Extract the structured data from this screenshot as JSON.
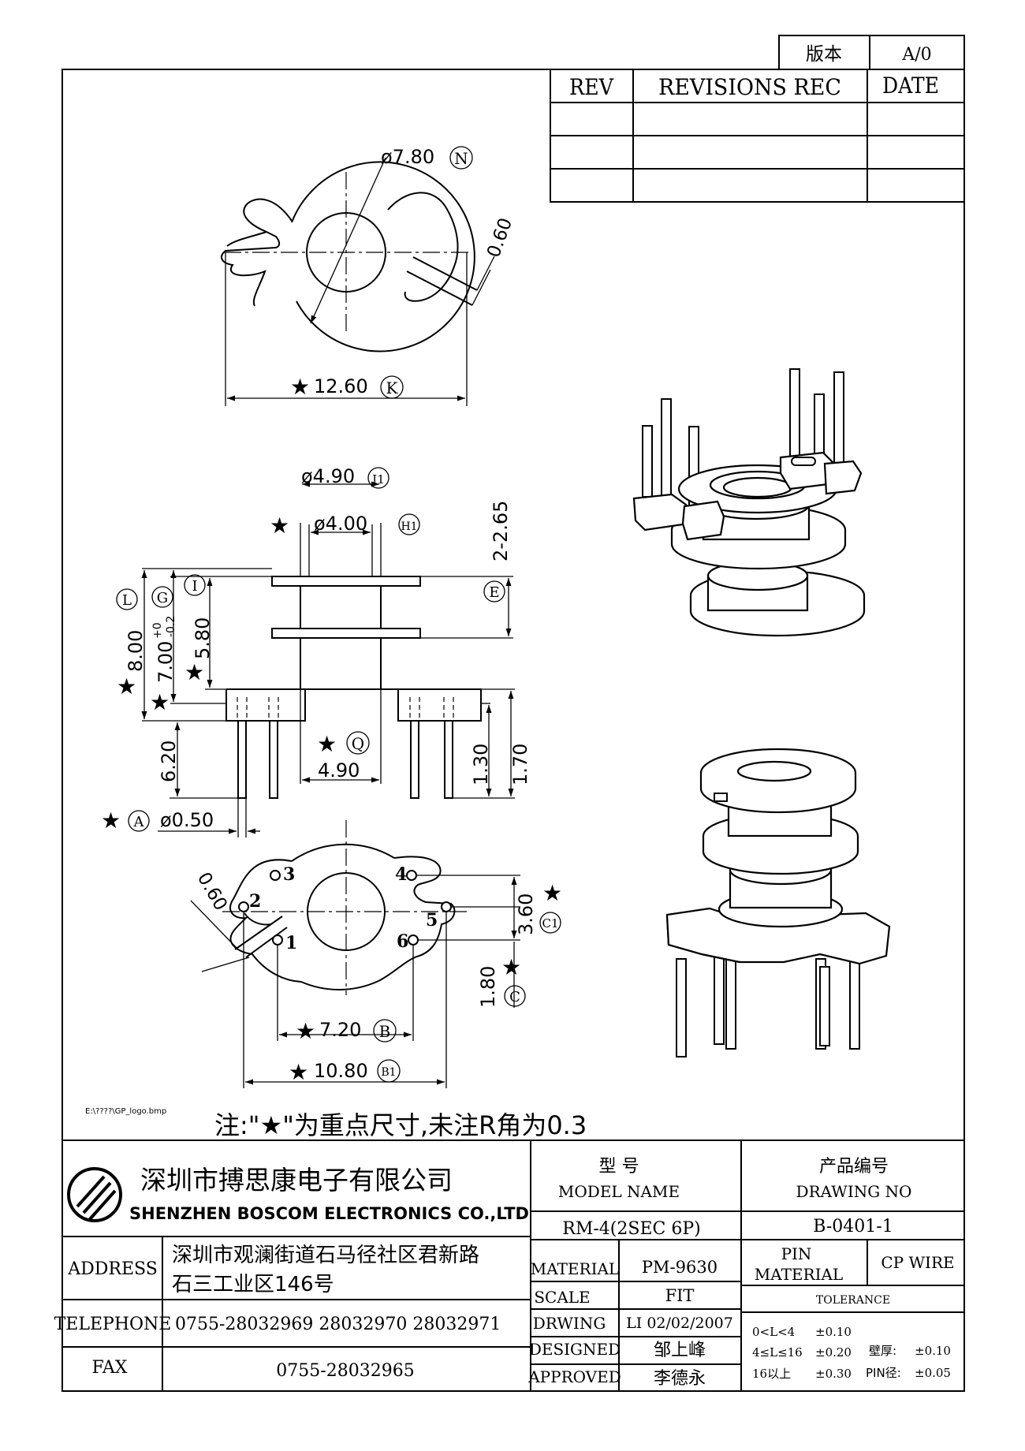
{
  "version_box": {
    "label": "版本",
    "value": "A/0"
  },
  "revisions": {
    "headers": {
      "rev": "REV",
      "rec": "REVISIONS REC",
      "date": "DATE"
    },
    "rows": [
      [
        "",
        "",
        ""
      ],
      [
        "",
        "",
        ""
      ],
      [
        "",
        "",
        ""
      ]
    ]
  },
  "top_view": {
    "dim_diameter": "ø7.80",
    "tag_diameter": "N",
    "dim_gap": "0.60",
    "dim_width": "12.60",
    "tag_width": "K"
  },
  "side_view": {
    "dim_outer_dia": "ø4.90",
    "tag_outer_dia": "I1",
    "dim_inner_dia": "ø4.00",
    "tag_inner_dia": "H1",
    "dim_slot": "2-2.65",
    "tag_e": "E",
    "tag_l": "L",
    "dim_total": "8.00",
    "tag_g": "G",
    "dim_g": "7.00",
    "tol_upper": "+0",
    "tol_lower": "-0.2",
    "tag_i": "I",
    "dim_i": "5.80",
    "dim_pin_len": "6.20",
    "tag_q": "Q",
    "dim_q": "4.90",
    "dim_130": "1.30",
    "dim_170": "1.70",
    "tag_a": "A",
    "dim_pin_dia": "ø0.50"
  },
  "bottom_view": {
    "pin_labels": [
      "1",
      "2",
      "3",
      "4",
      "5",
      "6"
    ],
    "dim_gap": "0.60",
    "dim_c1": "3.60",
    "tag_c1": "C1",
    "dim_c": "1.80",
    "tag_c": "C",
    "dim_b": "7.20",
    "tag_b": "B",
    "dim_b1": "10.80",
    "tag_b1": "B1"
  },
  "logo_path": "E:\\????\\GP_logo.bmp",
  "note": "注:\"★\"为重点尺寸,未注R角为0.3",
  "company": {
    "name_cn": "深圳市搏思康电子有限公司",
    "name_en": "SHENZHEN BOSCOM ELECTRONICS CO.,LTD"
  },
  "address": {
    "label": "ADDRESS",
    "line1": "深圳市观澜街道石马径社区君新路",
    "line2": "石三工业区146号"
  },
  "telephone": {
    "label": "TELEPHONE",
    "value": "0755-28032969 28032970 28032971"
  },
  "fax": {
    "label": "FAX",
    "value": "0755-28032965"
  },
  "model": {
    "label_cn": "型 号",
    "label_en": "MODEL NAME",
    "value": "RM-4(2SEC 6P)"
  },
  "drawing_no": {
    "label_cn": "产品编号",
    "label_en": "DRAWING NO",
    "value": "B-0401-1"
  },
  "material": {
    "label": "MATERIAL",
    "value": "PM-9630"
  },
  "scale": {
    "label": "SCALE",
    "value": "FIT"
  },
  "drwing": {
    "label": "DRWING",
    "value": "LI 02/02/2007"
  },
  "designed": {
    "label": "DESIGNED",
    "value": "邹上峰"
  },
  "approved": {
    "label": "APPROVED",
    "value": "李德永"
  },
  "pin_material": {
    "label_line1": "PIN",
    "label_line2": "MATERIAL",
    "value": "CP WIRE"
  },
  "tolerance": {
    "title": "TOLERANCE",
    "rows": [
      [
        "0<L<4",
        "±0.10"
      ],
      [
        "4≤L≤16",
        "±0.20"
      ],
      [
        "16以上",
        "±0.30"
      ]
    ],
    "wall": [
      "壁厚:",
      "±0.10"
    ],
    "pin": [
      "PIN径:",
      "±0.05"
    ]
  }
}
